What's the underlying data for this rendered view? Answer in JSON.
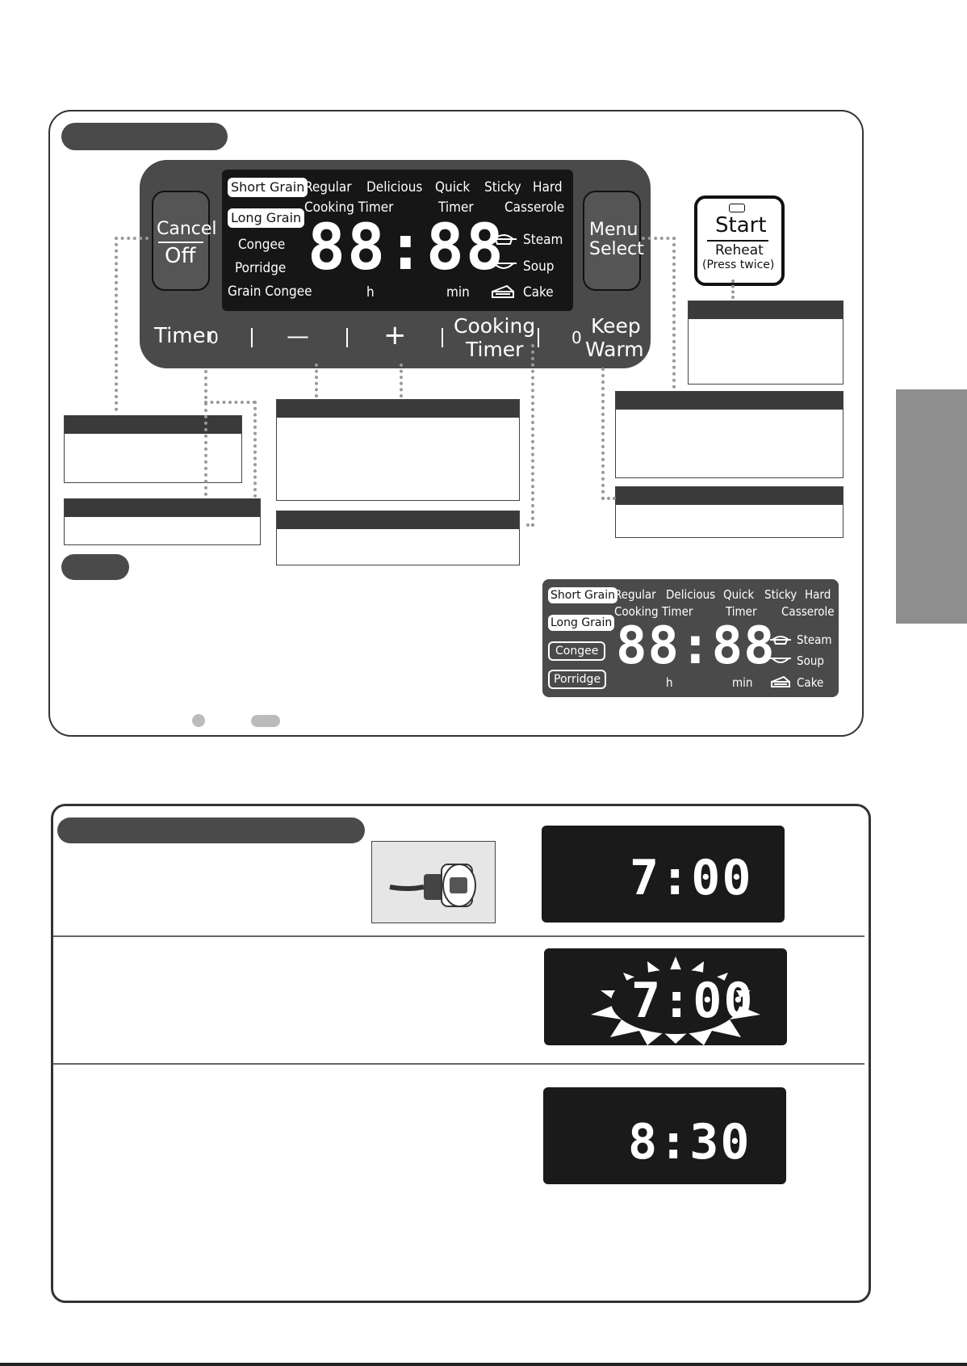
{
  "display": {
    "short_grain": "Short Grain",
    "long_grain": "Long Grain",
    "regular": "Regular",
    "delicious": "Delicious",
    "quick": "Quick",
    "sticky": "Sticky",
    "hard": "Hard",
    "cooking_timer": "Cooking Timer",
    "timer": "Timer",
    "casserole": "Casserole",
    "congee": "Congee",
    "porridge": "Porridge",
    "grain_congee": "Grain Congee",
    "steam": "Steam",
    "soup": "Soup",
    "cake": "Cake",
    "digits": "88:88",
    "unit_h": "h",
    "unit_min": "min"
  },
  "buttons": {
    "cancel": "Cancel",
    "off": "Off",
    "menu": "Menu",
    "select": "Select",
    "start": "Start",
    "reheat": "Reheat",
    "press_twice": "(Press twice)",
    "timer": "Timer",
    "minus": "—",
    "plus": "+",
    "cooking": "Cooking",
    "cooking_timer2": "Timer",
    "keep": "Keep",
    "warm": "Warm",
    "indicator": "0"
  },
  "display2": {
    "short_grain": "Short Grain",
    "long_grain": "Long Grain",
    "congee": "Congee",
    "porridge": "Porridge",
    "regular": "Regular",
    "delicious": "Delicious",
    "quick": "Quick",
    "sticky": "Sticky",
    "hard": "Hard",
    "cooking_timer": "Cooking Timer",
    "timer": "Timer",
    "casserole": "Casserole",
    "steam": "Steam",
    "soup": "Soup",
    "cake": "Cake",
    "digits": "88:88",
    "unit_h": "h",
    "unit_min": "min"
  },
  "clocks": {
    "first": "7:00",
    "second": "7:00",
    "third": "8:30"
  },
  "colors": {
    "panel": "#4a4a4a",
    "display": "#161616",
    "side_tab": "#8e8e8e"
  }
}
